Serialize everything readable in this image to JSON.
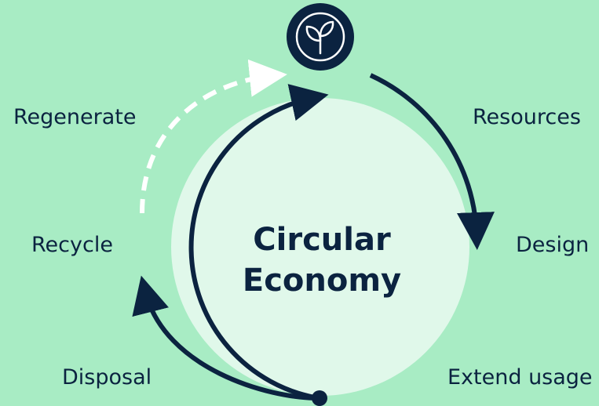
{
  "diagram": {
    "title_line1": "Circular",
    "title_line2": "Economy",
    "stages": {
      "resources": "Resources",
      "design": "Design",
      "extend_usage": "Extend usage",
      "disposal": "Disposal",
      "recycle": "Recycle",
      "regenerate": "Regenerate"
    },
    "colors": {
      "background": "#a8ecc4",
      "inner_circle": "#e0f8ea",
      "dark_navy": "#0b2340",
      "dashed_arrow": "#ffffff"
    },
    "icon": "leaf-sprout-icon"
  }
}
